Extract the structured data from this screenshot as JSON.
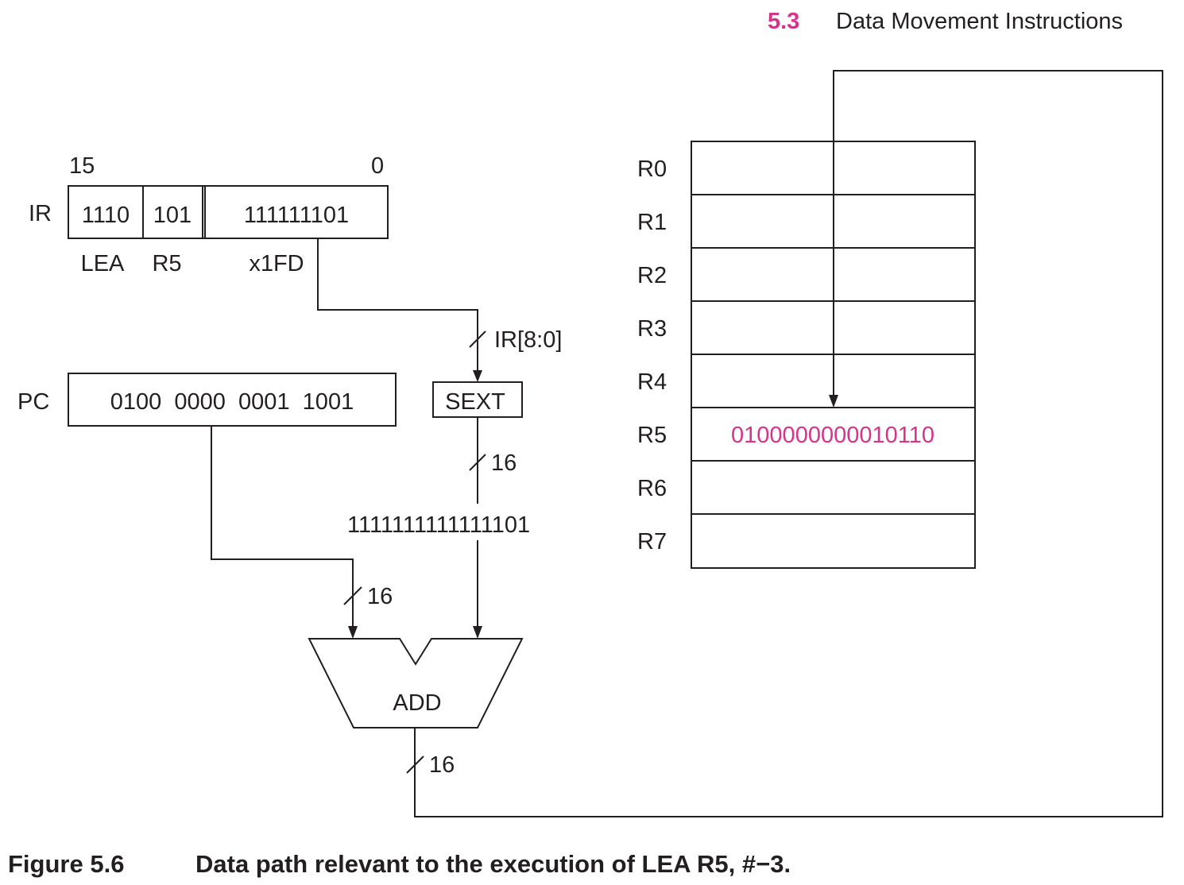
{
  "header": {
    "section_number": "5.3",
    "section_title": "Data Movement Instructions"
  },
  "ir": {
    "label": "IR",
    "bit_high": "15",
    "bit_low": "0",
    "fields": [
      {
        "bits": "1110",
        "name": "LEA"
      },
      {
        "bits": "101",
        "name": "R5"
      },
      {
        "bits": "111111101",
        "name": "x1FD"
      }
    ]
  },
  "pc": {
    "label": "PC",
    "value": "0100  0000  0001  1001"
  },
  "sext": {
    "label": "SEXT",
    "input_label": "IR[8:0]",
    "width_label": "16",
    "output_value": "1111111111111101"
  },
  "adder": {
    "label": "ADD",
    "input_width_label": "16",
    "output_width_label": "16"
  },
  "register_file": {
    "registers": [
      {
        "name": "R0",
        "value": ""
      },
      {
        "name": "R1",
        "value": ""
      },
      {
        "name": "R2",
        "value": ""
      },
      {
        "name": "R3",
        "value": ""
      },
      {
        "name": "R4",
        "value": ""
      },
      {
        "name": "R5",
        "value": "0100000000010110"
      },
      {
        "name": "R6",
        "value": ""
      },
      {
        "name": "R7",
        "value": ""
      }
    ]
  },
  "colors": {
    "accent": "#d6338a",
    "ink": "#231f20"
  },
  "caption": {
    "label": "Figure 5.6",
    "text": "Data path relevant to the execution of LEA R5, #−3."
  }
}
